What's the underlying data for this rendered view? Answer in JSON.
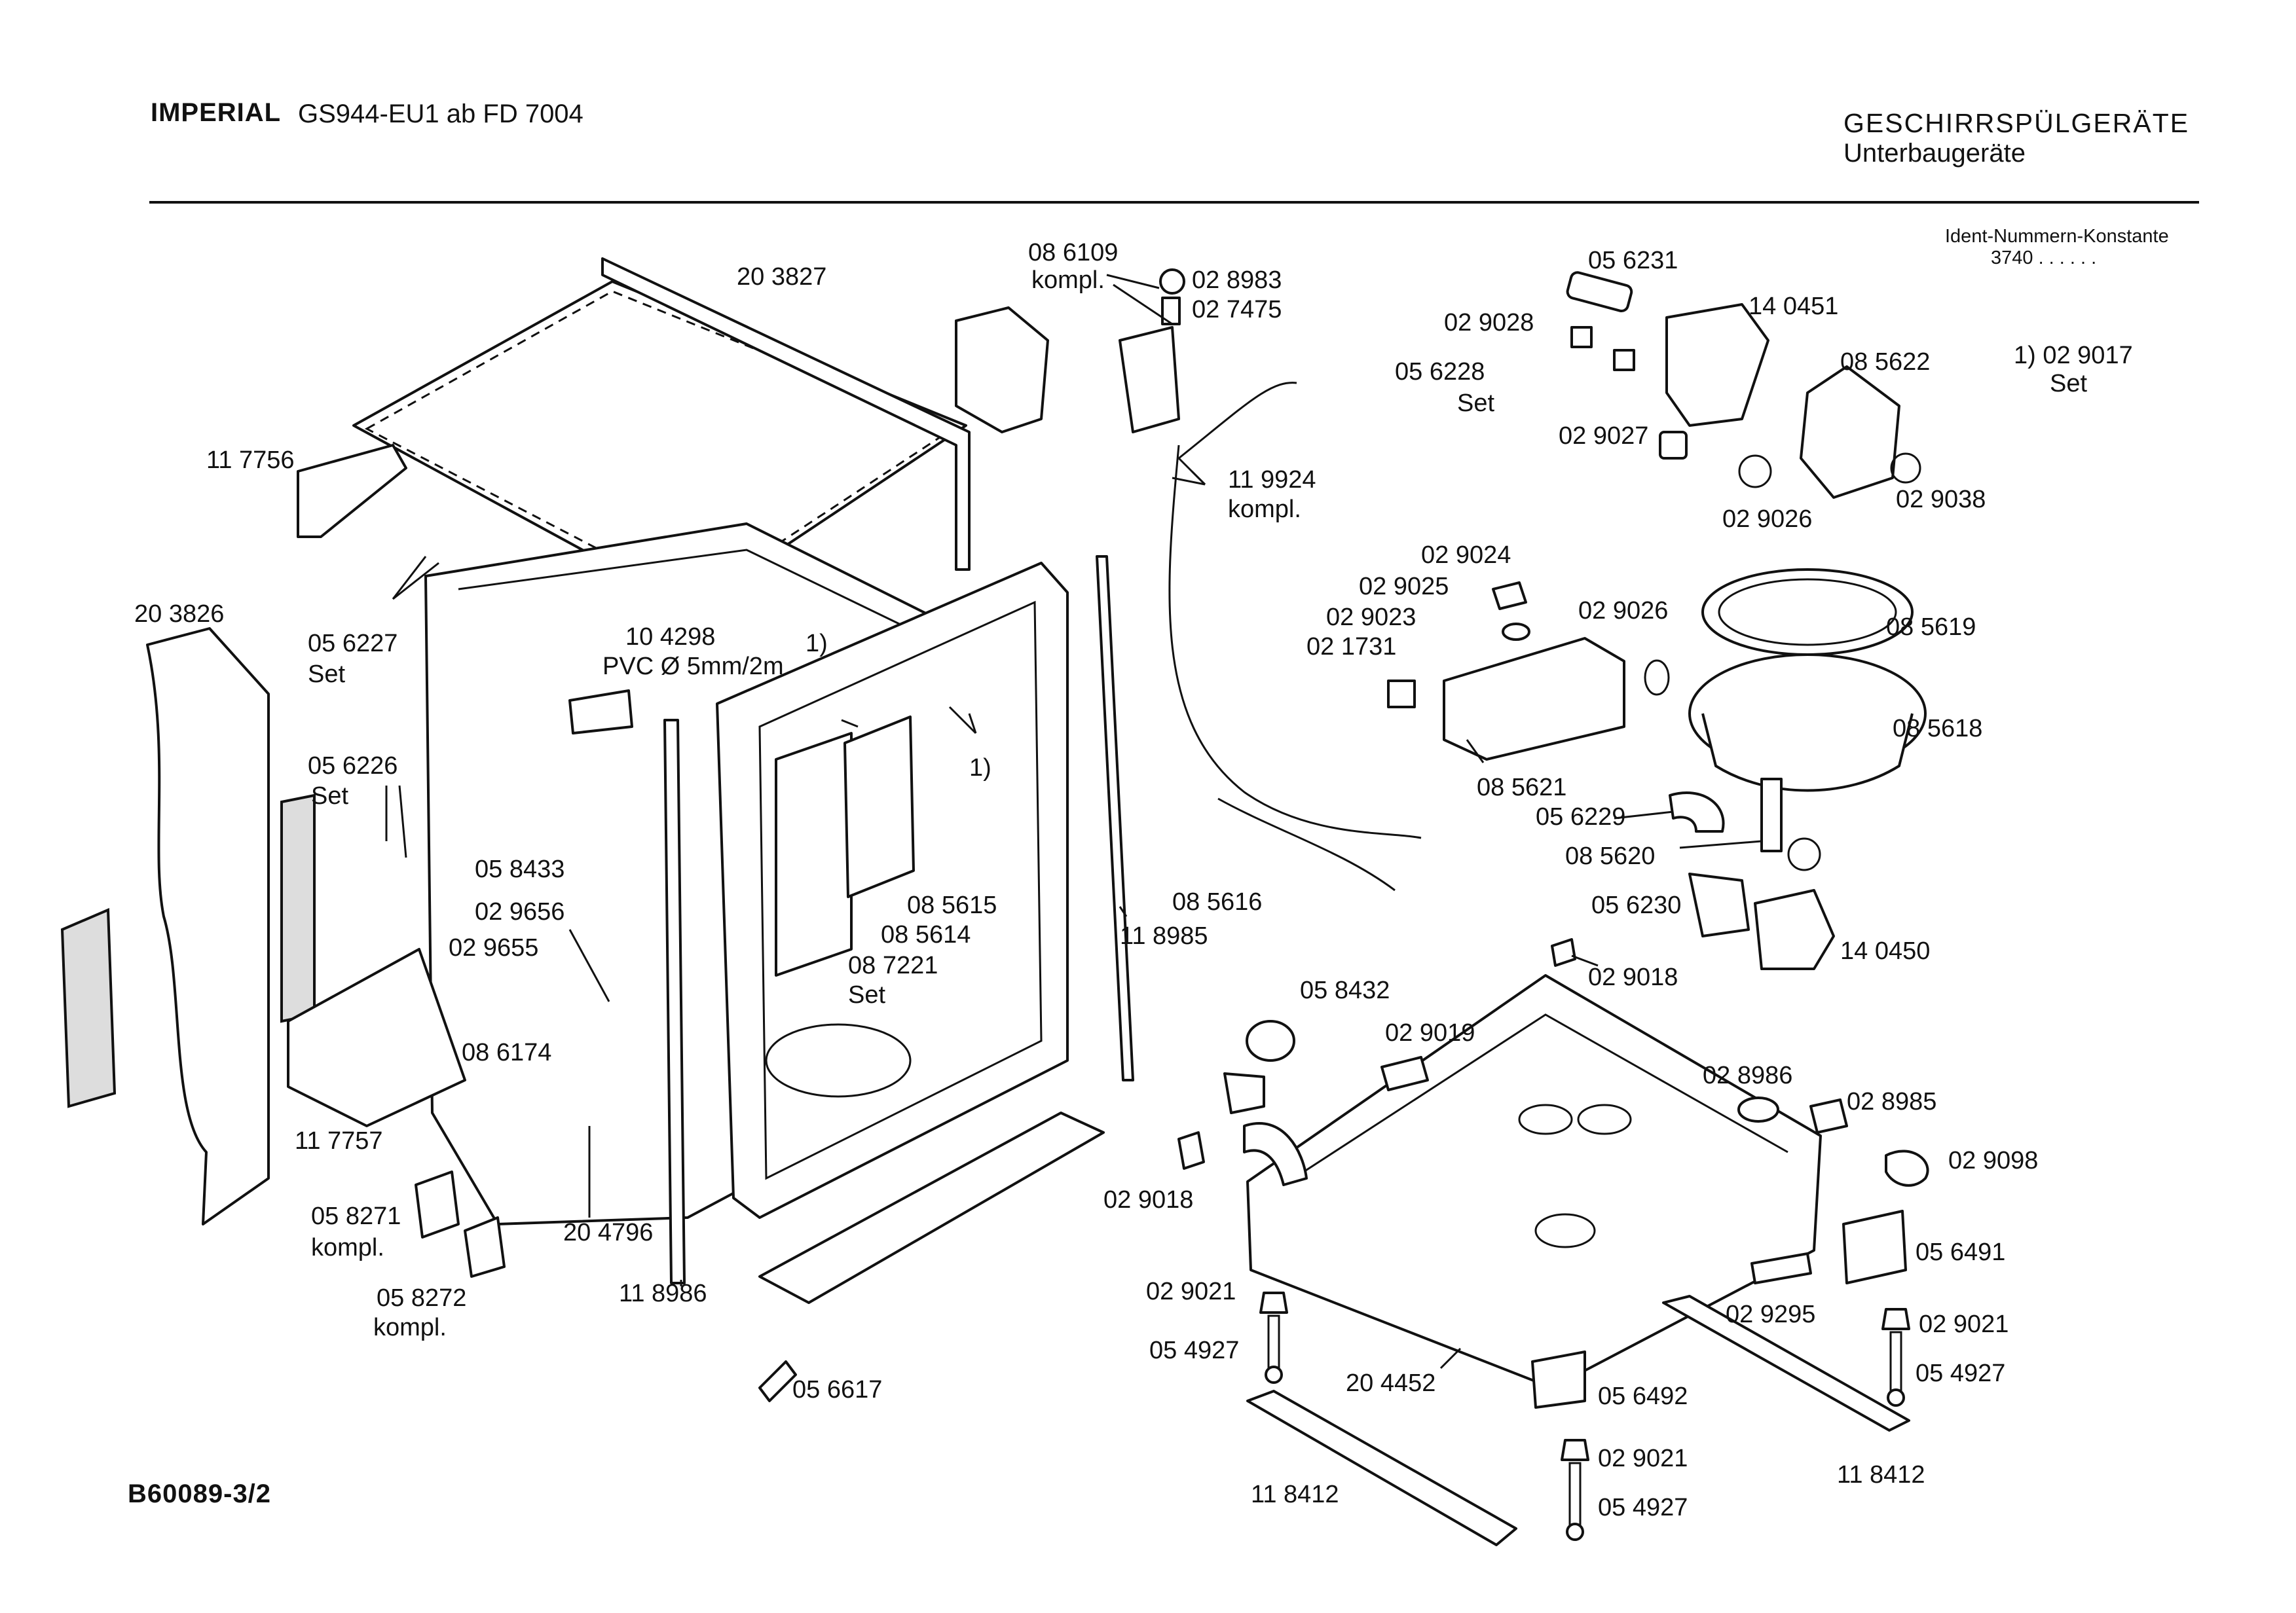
{
  "header": {
    "brand": "IMPERIAL",
    "model": "GS944-EU1 ab FD 7004",
    "category": "GESCHIRRSPÜLGERÄTE",
    "subcategory": "Unterbaugeräte",
    "ident_label": "Ident-Nummern-Konstante",
    "ident_value": "3740  . .   . . . ."
  },
  "footer": {
    "drawing_number": "B60089-3/2"
  },
  "labels": [
    "20 3827",
    "08 6109",
    "kompl.",
    "02 8983",
    "02 7475",
    "05 6231",
    "14 0451",
    "02 9028",
    "05 6228",
    "Set",
    "08 5622",
    "1) 02 9017",
    "Set",
    "02 9027",
    "11 9924",
    "kompl.",
    "02 9026",
    "02 9038",
    "11 7756",
    "02 9024",
    "02 9025",
    "02 9023",
    "02 1731",
    "02 9026",
    "08 5619",
    "20 3826",
    "05 6227",
    "Set",
    "10 4298",
    "PVC Ø 5mm/2m",
    "1)",
    "1)",
    "08 5618",
    "08 5621",
    "05 6229",
    "08 5620",
    "05 6226",
    "Set",
    "05 8433",
    "02 9656",
    "02 9655",
    "08 5615",
    "08 5614",
    "08 7221",
    "Set",
    "08 5616",
    "11 8985",
    "05 6230",
    "14 0450",
    "05 8432",
    "02 9018",
    "08 6174",
    "02 9019",
    "11 7757",
    "02 8986",
    "02 8985",
    "02 9098",
    "05 8271",
    "kompl.",
    "20 4796",
    "02 9018",
    "05 8272",
    "kompl.",
    "11 8986",
    "05 6491",
    "02 9021",
    "02 9295",
    "02 9021",
    "05 4927",
    "20 4452",
    "05 4927",
    "05 6492",
    "05 6617",
    "02 9021",
    "11 8412",
    "05 4927",
    "11 8412"
  ]
}
